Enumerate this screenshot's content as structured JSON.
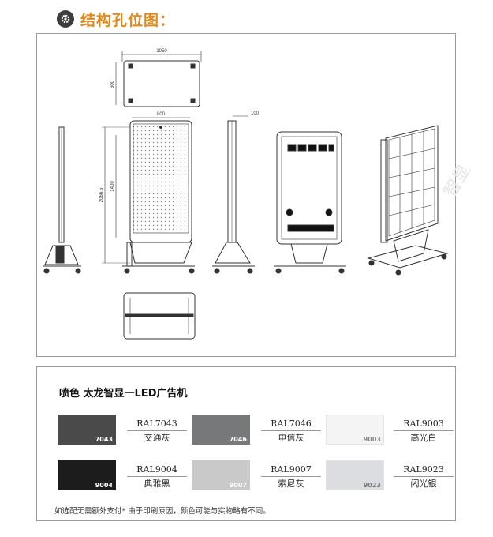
{
  "header": {
    "title": "结构孔位图：",
    "icon": "gear-icon"
  },
  "drawing": {
    "dims": {
      "top_width": "1050",
      "top_depth": "600",
      "panel_width": "800",
      "total_height": "2066.5",
      "screen_height": "1400",
      "side_depth": "100"
    }
  },
  "watermark": "智显",
  "colors": {
    "title": "喷色 太龙智显一LED广告机",
    "items": [
      {
        "code": "7043",
        "ral": "RAL7043",
        "name": "交通灰",
        "hex": "#4a4a4a",
        "code_color": "#ffffff"
      },
      {
        "code": "7046",
        "ral": "RAL7046",
        "name": "电信灰",
        "hex": "#76787a",
        "code_color": "#ffffff"
      },
      {
        "code": "9003",
        "ral": "RAL9003",
        "name": "高光白",
        "hex": "#f4f4f4",
        "code_color": "#888888"
      },
      {
        "code": "9004",
        "ral": "RAL9004",
        "name": "典雅黑",
        "hex": "#1c1c1c",
        "code_color": "#ffffff"
      },
      {
        "code": "9007",
        "ral": "RAL9007",
        "name": "索尼灰",
        "hex": "#c9c9c9",
        "code_color": "#ffffff"
      },
      {
        "code": "9023",
        "ral": "RAL9023",
        "name": "闪光银",
        "hex": "#dcdde0",
        "code_color": "#777777"
      }
    ],
    "note": "如选配无需额外支付* 由于印刷原因，颜色可能与实物略有不同。"
  }
}
